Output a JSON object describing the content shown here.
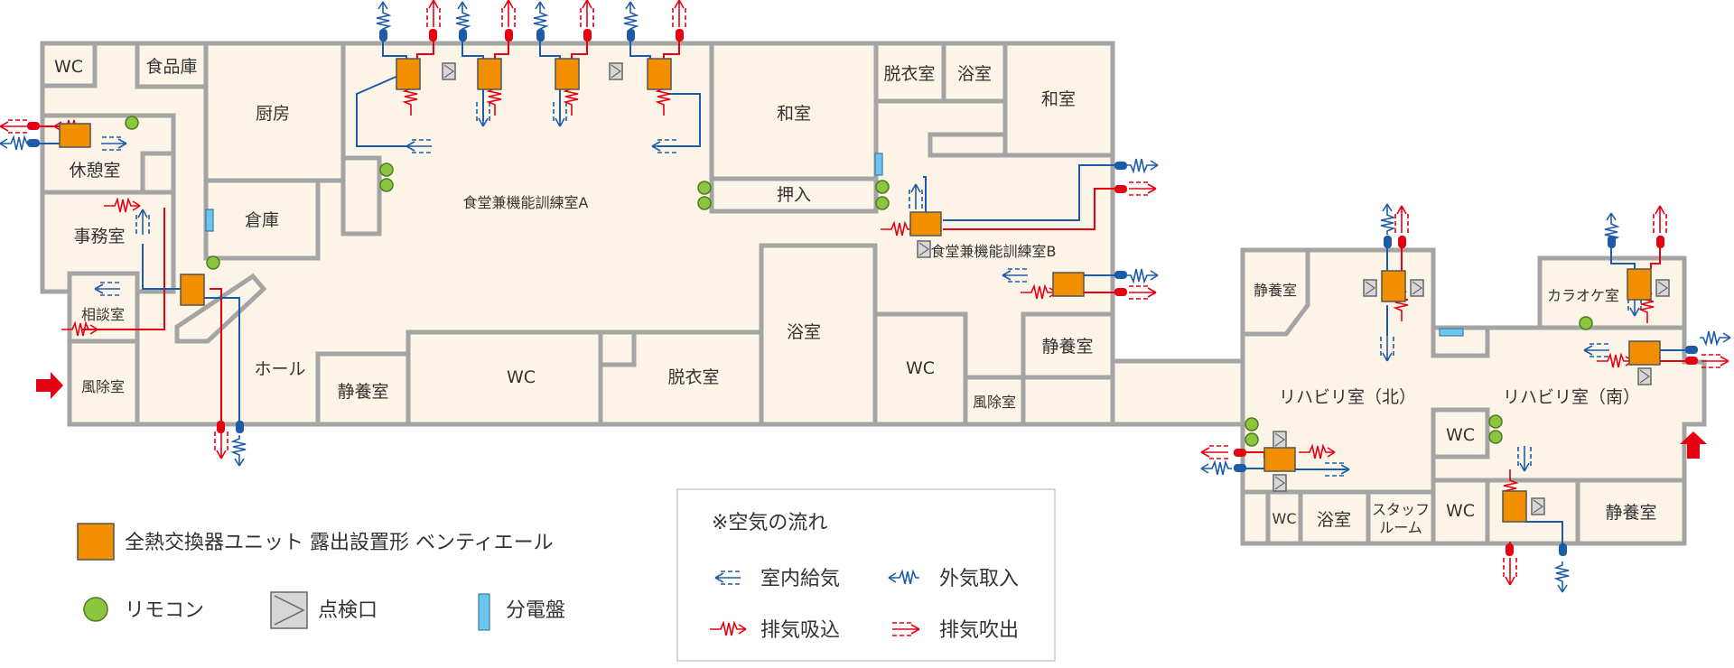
{
  "rooms": {
    "wc_nw": "WC",
    "pantry": "食品庫",
    "kitchen": "厨房",
    "lounge": "休憩室",
    "office": "事務室",
    "storage": "倉庫",
    "consult": "相談室",
    "windbreak_w": "風除室",
    "hall": "ホール",
    "rest_1": "静養室",
    "wc_1": "WC",
    "dressing_1": "脱衣室",
    "bath_1": "浴室",
    "dining_a": "食堂兼機能訓練室A",
    "japanese_1": "和室",
    "closet": "押入",
    "dressing_2": "脱衣室",
    "bath_2": "浴室",
    "japanese_2": "和室",
    "dining_b": "食堂兼機能訓練室B",
    "wc_2": "WC",
    "rest_2": "静養室",
    "windbreak_e": "風除室",
    "rest_3": "静養室",
    "karaoke": "カラオケ室",
    "rehab_north": "リハビリ室（北）",
    "rehab_south": "リハビリ室（南）",
    "wc_3": "WC",
    "wc_4": "WC",
    "wc_5": "WC",
    "bath_3": "浴室",
    "staff_room_1": "スタッフ",
    "staff_room_2": "ルーム",
    "rest_4": "静養室"
  },
  "legend": {
    "unit": "全熱交換器ユニット 露出設置形 ベンティエール",
    "remote": "リモコン",
    "inspection": "点検口",
    "panel": "分電盤"
  },
  "airflow": {
    "title": "※空気の流れ",
    "supply": "室内給気",
    "intake": "外気取入",
    "exhaust_in": "排気吸込",
    "exhaust_out": "排気吹出"
  },
  "colors": {
    "wall": "#a4a4a4",
    "floor": "#fdf4e8",
    "unit": "#f18f00",
    "remote": "#8cc63f",
    "panel": "#6ec6ee",
    "supply_line": "#1c5ba8",
    "exhaust_line": "#e60012"
  }
}
